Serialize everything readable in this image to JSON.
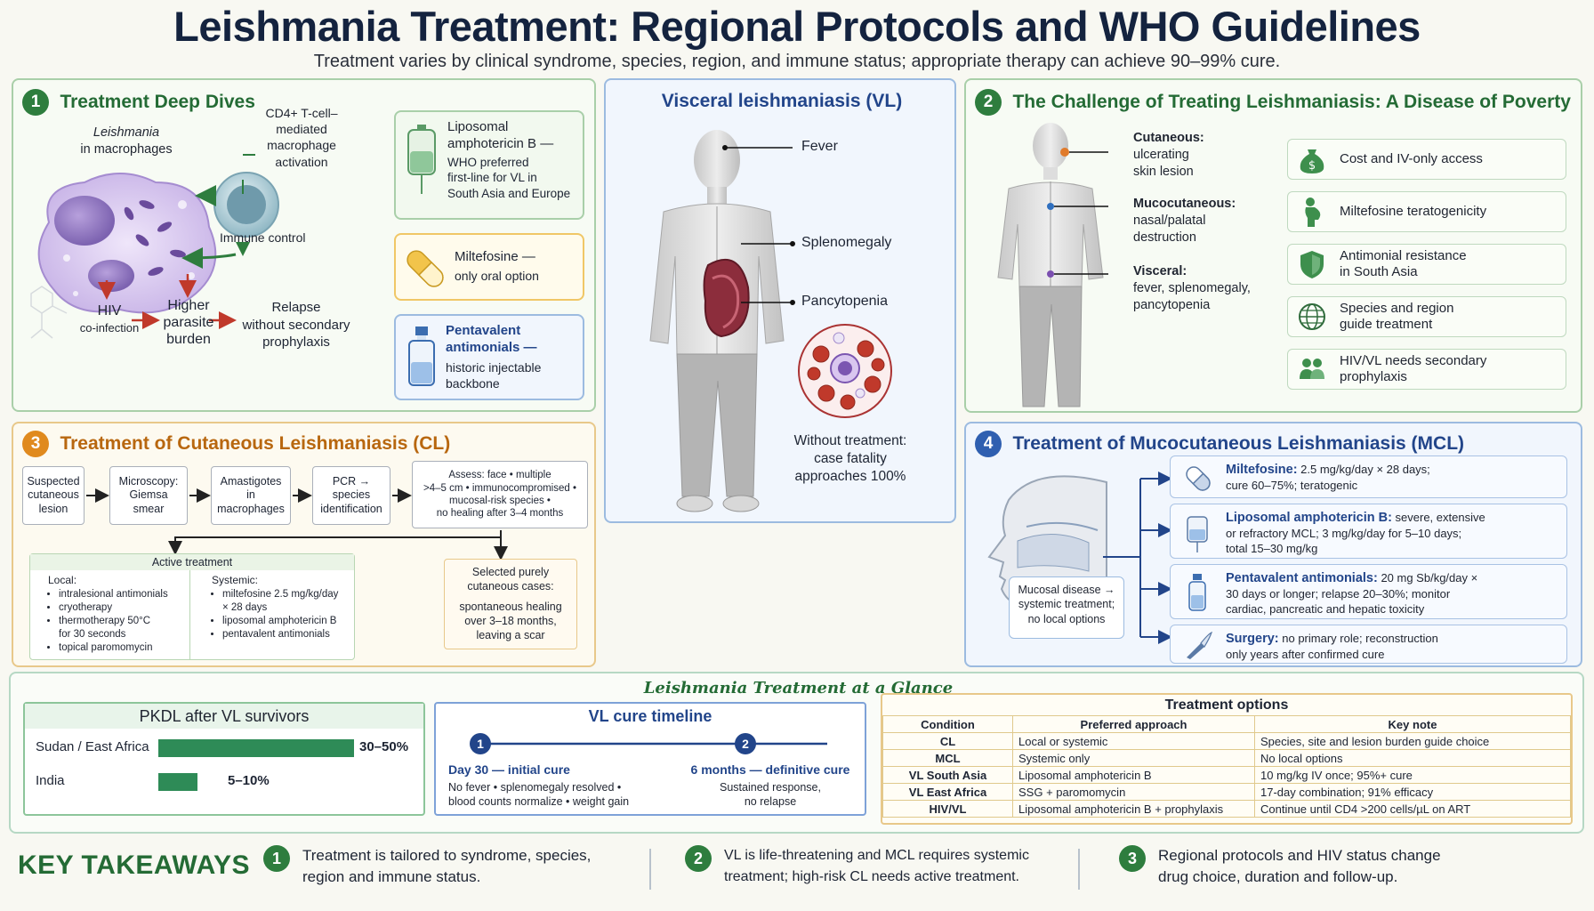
{
  "header": {
    "title": "Leishmania Treatment: Regional Protocols and WHO Guidelines",
    "subtitle": "Treatment varies by clinical syndrome, species, region, and immune status; appropriate therapy can achieve 90–99% cure."
  },
  "colors": {
    "green": "#2e7d3e",
    "orange": "#e08a1e",
    "blue": "#2f5fb0",
    "navy": "#14233f"
  },
  "deep_dives": {
    "number": "1",
    "title": "Treatment Deep Dives",
    "leishmania_label": "Leishmania",
    "macrophage_label": "in macrophages",
    "tcell_label": "CD4+ T-cell–\nmediated\nmacrophage\nactivation",
    "immune_control": "Immune control",
    "hiv": "HIV",
    "coinfection": "co-infection",
    "parasite_burden": "Higher\nparasite\nburden",
    "relapse": "Relapse\nwithout secondary\nprophylaxis",
    "drugs": [
      {
        "name": "Liposomal\namphotericin B —",
        "desc": "WHO preferred\nfirst-line for VL in\nSouth Asia and Europe",
        "icon": "iv-bag-icon"
      },
      {
        "name": "Miltefosine —",
        "desc": "only oral option",
        "icon": "capsule-icon"
      },
      {
        "name": "Pentavalent\nantimonials —",
        "desc": "historic injectable\nbackbone",
        "icon": "vial-icon"
      }
    ]
  },
  "vl": {
    "title": "Visceral leishmaniasis (VL)",
    "labels": [
      "Fever",
      "Splenomegaly",
      "Pancytopenia"
    ],
    "caption": "Without treatment:\ncase fatality\napproaches 100%"
  },
  "challenge": {
    "number": "2",
    "title": "The Challenge of Treating Leishmaniasis:  A Disease of Poverty",
    "body_labels": [
      {
        "head": "Cutaneous:",
        "text": "ulcerating\nskin lesion",
        "color": "#e07b2a"
      },
      {
        "head": "Mucocutaneous:",
        "text": "nasal/palatal\ndestruction",
        "color": "#2f6fbf"
      },
      {
        "head": "Visceral:",
        "text": "fever, splenomegaly,\npancytopenia",
        "color": "#7b4fb0"
      }
    ],
    "items": [
      {
        "label": "Cost and IV-only access",
        "icon": "money-bag-icon"
      },
      {
        "label": "Miltefosine teratogenicity",
        "icon": "pregnancy-icon"
      },
      {
        "label": "Antimonial resistance\nin South Asia",
        "icon": "shield-icon"
      },
      {
        "label": "Species and region\nguide treatment",
        "icon": "globe-icon"
      },
      {
        "label": "HIV/VL needs secondary\nprophylaxis",
        "icon": "people-icon"
      }
    ]
  },
  "cl": {
    "number": "3",
    "title": "Treatment of Cutaneous Leishmaniasis (CL)",
    "flow": [
      "Suspected\ncutaneous\nlesion",
      "Microscopy:\nGiemsa\nsmear",
      "Amastigotes\nin\nmacrophages",
      "PCR →\nspecies\nidentification",
      "Assess:  face • multiple\n>4–5 cm • immunocompromised •\nmucosal-risk species •\nno healing after 3–4 months"
    ],
    "active_title": "Active treatment",
    "local_title": "Local:",
    "local": [
      "intralesional antimonials",
      "cryotherapy",
      "thermotherapy 50°C\nfor 30 seconds",
      "topical paromomycin"
    ],
    "systemic_title": "Systemic:",
    "systemic": [
      "miltefosine 2.5 mg/kg/day\n× 28 days",
      "liposomal amphotericin B",
      "pentavalent antimonials"
    ],
    "selected": "Selected purely\ncutaneous cases:",
    "selected_desc": "spontaneous healing\nover 3–18 months,\nleaving a scar"
  },
  "mcl": {
    "number": "4",
    "title": "Treatment of Mucocutaneous Leishmaniasis (MCL)",
    "mucosal_box": "Mucosal disease →\nsystemic treatment;\nno local options",
    "items": [
      {
        "name": "Miltefosine:",
        "text": " 2.5 mg/kg/day × 28 days;\ncure 60–75%; teratogenic",
        "icon": "capsule-icon"
      },
      {
        "name": "Liposomal amphotericin B:",
        "text": " severe, extensive\nor refractory MCL; 3 mg/kg/day for 5–10 days;\ntotal 15–30 mg/kg",
        "icon": "iv-bag-icon"
      },
      {
        "name": "Pentavalent antimonials:",
        "text": " 20 mg Sb/kg/day ×\n30 days or longer; relapse 20–30%; monitor\ncardiac, pancreatic and hepatic toxicity",
        "icon": "vial-icon"
      },
      {
        "name": "Surgery:",
        "text": " no primary role; reconstruction\nonly years after confirmed cure",
        "icon": "scalpel-icon"
      }
    ]
  },
  "glance": {
    "title": "Leishmania Treatment at a Glance",
    "pkdl": {
      "title": "PKDL after VL survivors",
      "rows": [
        {
          "region": "Sudan / East Africa",
          "value": "30–50%",
          "fill": 0.5
        },
        {
          "region": "India",
          "value": "5–10%",
          "fill": 0.1
        }
      ]
    },
    "timeline": {
      "title": "VL cure timeline",
      "steps": [
        {
          "n": "1",
          "head": "Day 30 — initial cure",
          "desc": "No fever • splenomegaly resolved •\nblood counts normalize • weight gain"
        },
        {
          "n": "2",
          "head": "6 months — definitive cure",
          "desc": "Sustained response,\nno relapse"
        }
      ]
    },
    "table": {
      "title": "Treatment options",
      "headers": [
        "Condition",
        "Preferred approach",
        "Key note"
      ],
      "rows": [
        [
          "CL",
          "Local or systemic",
          "Species, site and lesion burden guide choice"
        ],
        [
          "MCL",
          "Systemic only",
          "No local options"
        ],
        [
          "VL South Asia",
          "Liposomal amphotericin B",
          "10 mg/kg IV once; 95%+ cure"
        ],
        [
          "VL East Africa",
          "SSG + paromomycin",
          "17-day combination; 91% efficacy"
        ],
        [
          "HIV/VL",
          "Liposomal amphotericin B + prophylaxis",
          "Continue until CD4 >200 cells/µL on ART"
        ]
      ]
    }
  },
  "takeaways": {
    "title": "KEY TAKEAWAYS",
    "items": [
      {
        "n": "1",
        "text": "Treatment is tailored to syndrome, species,\nregion and immune status."
      },
      {
        "n": "2",
        "text": "VL is life-threatening and MCL requires systemic\ntreatment; high-risk CL needs active treatment."
      },
      {
        "n": "3",
        "text": "Regional protocols and HIV status change\ndrug choice, duration and follow-up."
      }
    ]
  }
}
